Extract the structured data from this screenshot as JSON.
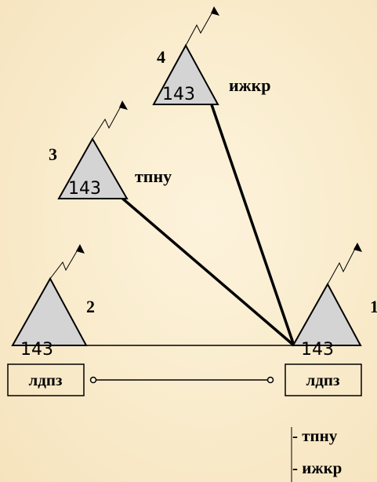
{
  "stations": [
    {
      "number": "4",
      "code": "143",
      "label": "ижкр"
    },
    {
      "number": "3",
      "code": "143",
      "label": "тпну"
    },
    {
      "number": "2",
      "code": "143",
      "label": ""
    },
    {
      "number": "1",
      "code": "143",
      "label": ""
    }
  ],
  "boxes": {
    "left": "лдпз",
    "right": "лдпз"
  },
  "legend": [
    "- тпну",
    "- ижкр"
  ],
  "colors": {
    "triangle_fill": "#d4d4d4",
    "line": "#000000",
    "background": "#f9ebcb"
  }
}
